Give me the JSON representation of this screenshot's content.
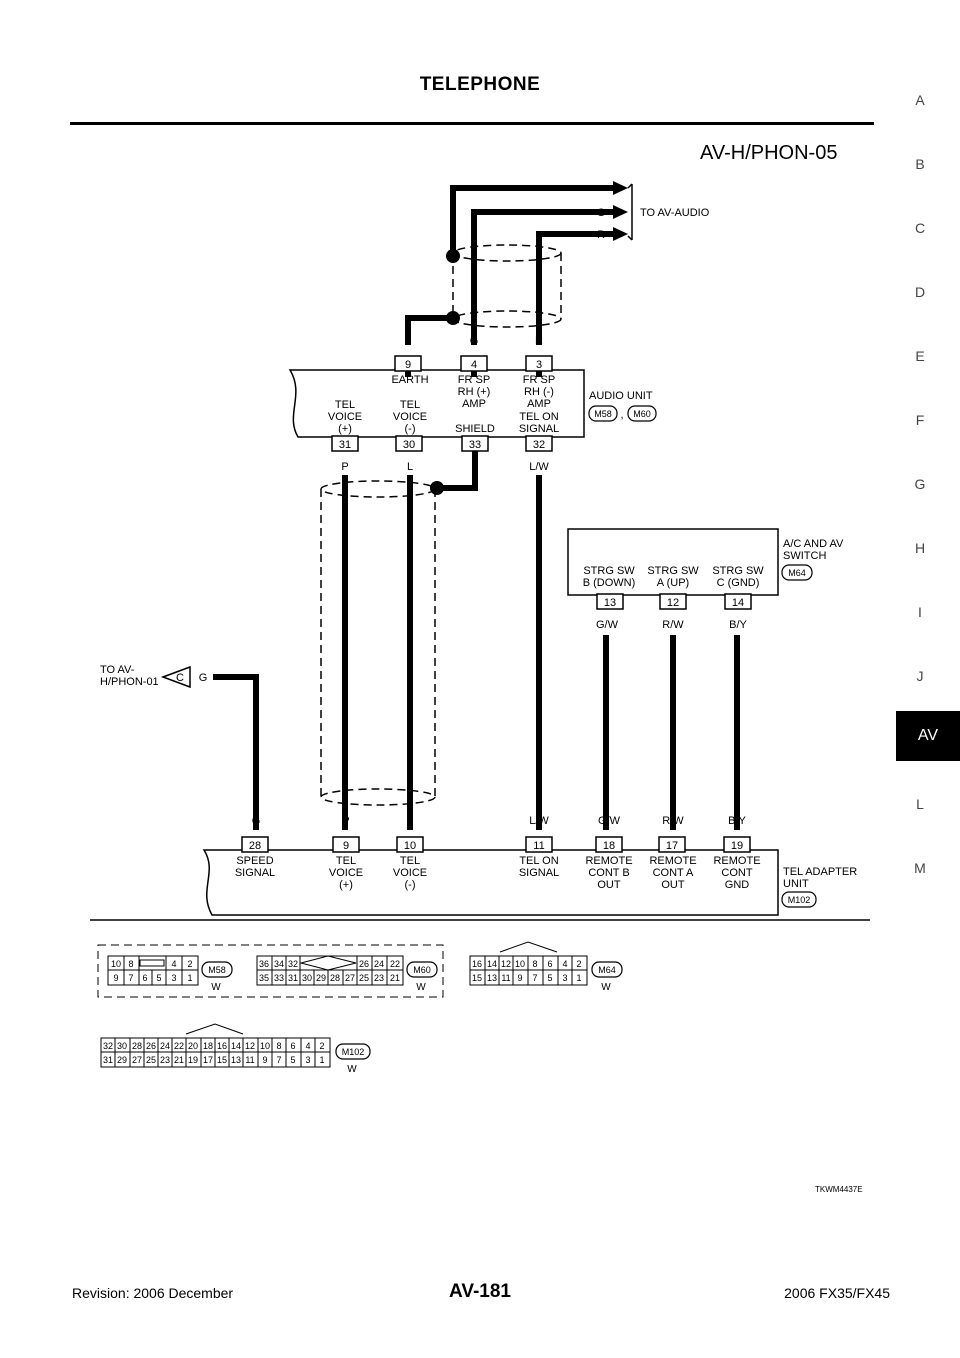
{
  "header": {
    "title": "TELEPHONE",
    "diagram_id": "AV-H/PHON-05"
  },
  "side_index": {
    "letters": [
      "A",
      "B",
      "C",
      "D",
      "E",
      "F",
      "G",
      "H",
      "I",
      "J",
      "AV",
      "L",
      "M"
    ],
    "active": "AV"
  },
  "to_audio": {
    "label": "TO AV-AUDIO",
    "wire_g": "G",
    "wire_r": "R"
  },
  "audio_unit": {
    "name": "AUDIO UNIT",
    "conn1": "M58",
    "sep": ",",
    "conn2": "M60",
    "top_pins": [
      {
        "pin": "9",
        "wire": "",
        "l1": "EARTH",
        "l2": "",
        "l3": ""
      },
      {
        "pin": "4",
        "wire": "G",
        "l1": "FR SP",
        "l2": "RH (+)",
        "l3": "AMP"
      },
      {
        "pin": "3",
        "wire": "R",
        "l1": "FR SP",
        "l2": "RH (-)",
        "l3": "AMP"
      }
    ],
    "bottom_pins": [
      {
        "pin": "31",
        "wire": "P",
        "l1": "TEL",
        "l2": "VOICE",
        "l3": "(+)"
      },
      {
        "pin": "30",
        "wire": "L",
        "l1": "TEL",
        "l2": "VOICE",
        "l3": "(-)"
      },
      {
        "pin": "33",
        "wire": "",
        "l1": "SHIELD",
        "l2": "",
        "l3": ""
      },
      {
        "pin": "32",
        "wire": "L/W",
        "l1": "TEL ON",
        "l2": "SIGNAL",
        "l3": ""
      }
    ]
  },
  "switch_unit": {
    "name1": "A/C AND AV",
    "name2": "SWITCH",
    "conn": "M64",
    "pins": [
      {
        "pin": "13",
        "wire": "G/W",
        "l1": "STRG SW",
        "l2": "B (DOWN)"
      },
      {
        "pin": "12",
        "wire": "R/W",
        "l1": "STRG SW",
        "l2": "A (UP)"
      },
      {
        "pin": "14",
        "wire": "B/Y",
        "l1": "STRG SW",
        "l2": "C (GND)"
      }
    ]
  },
  "to_phon01": {
    "l1": "TO AV-",
    "l2": "H/PHON-01",
    "conn": "C",
    "wire": "G"
  },
  "tel_adapter": {
    "name1": "TEL ADAPTER",
    "name2": "UNIT",
    "conn": "M102",
    "pins": [
      {
        "pin": "28",
        "wire": "G",
        "l1": "SPEED",
        "l2": "SIGNAL",
        "l3": ""
      },
      {
        "pin": "9",
        "wire": "P",
        "l1": "TEL",
        "l2": "VOICE",
        "l3": "(+)"
      },
      {
        "pin": "10",
        "wire": "L",
        "l1": "TEL",
        "l2": "VOICE",
        "l3": "(-)"
      },
      {
        "pin": "11",
        "wire": "L/W",
        "l1": "TEL ON",
        "l2": "SIGNAL",
        "l3": ""
      },
      {
        "pin": "18",
        "wire": "G/W",
        "l1": "REMOTE",
        "l2": "CONT B",
        "l3": "OUT"
      },
      {
        "pin": "17",
        "wire": "R/W",
        "l1": "REMOTE",
        "l2": "CONT A",
        "l3": "OUT"
      },
      {
        "pin": "19",
        "wire": "B/Y",
        "l1": "REMOTE",
        "l2": "CONT",
        "l3": "GND"
      }
    ]
  },
  "connector_faces": {
    "m58": {
      "code": "M58",
      "color": "W",
      "top": [
        "10",
        "8",
        "",
        "4",
        "2"
      ],
      "bottom": [
        "9",
        "7",
        "6",
        "5",
        "3",
        "1"
      ]
    },
    "m60": {
      "code": "M60",
      "color": "W",
      "top": [
        "36",
        "34",
        "32",
        "26",
        "24",
        "22"
      ],
      "bottom": [
        "35",
        "33",
        "31",
        "30",
        "29",
        "28",
        "27",
        "25",
        "23",
        "21"
      ]
    },
    "m64": {
      "code": "M64",
      "color": "W",
      "top": [
        "16",
        "14",
        "12",
        "10",
        "8",
        "6",
        "4",
        "2"
      ],
      "bottom": [
        "15",
        "13",
        "11",
        "9",
        "7",
        "5",
        "3",
        "1"
      ]
    },
    "m102": {
      "code": "M102",
      "color": "W",
      "top": [
        "32",
        "30",
        "28",
        "26",
        "24",
        "22",
        "20",
        "18",
        "16",
        "14",
        "12",
        "10",
        "8",
        "6",
        "4",
        "2"
      ],
      "bottom": [
        "31",
        "29",
        "27",
        "25",
        "23",
        "21",
        "19",
        "17",
        "15",
        "13",
        "11",
        "9",
        "7",
        "5",
        "3",
        "1"
      ]
    }
  },
  "ref_code": "TKWM4437E",
  "footer": {
    "revision": "Revision: 2006 December",
    "page": "AV-181",
    "model": "2006 FX35/FX45"
  }
}
